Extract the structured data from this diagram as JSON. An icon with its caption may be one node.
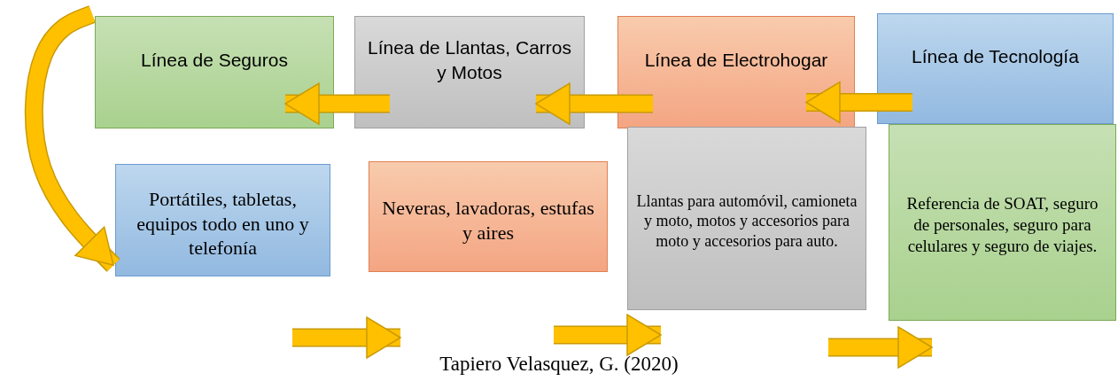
{
  "diagram": {
    "caption": "Tapiero Velasquez, G. (2020)",
    "nodes": [
      {
        "text": [
          "Línea de Seguros"
        ]
      },
      {
        "text": [
          "Línea de Llantas, Carros y Motos"
        ]
      },
      {
        "text": [
          "Línea de Electrohogar"
        ]
      },
      {
        "text": [
          "Línea de Tecnología"
        ]
      },
      {
        "text": [
          "Portátiles, tabletas, equipos todo en uno y telefonía"
        ]
      },
      {
        "text": [
          "Neveras, lavadoras, estufas y aires"
        ]
      },
      {
        "text": [
          "Llantas para automóvil, camioneta y moto, motos y accesorios para moto y accesorios para auto."
        ]
      },
      {
        "text": [
          "Referencia de SOAT, seguro de personales, seguro para celulares y seguro de viajes."
        ]
      }
    ],
    "edges": [
      {
        "from": 1,
        "to": 0,
        "arrow": "to"
      },
      {
        "from": 2,
        "to": 1,
        "arrow": "to"
      },
      {
        "from": 3,
        "to": 2,
        "arrow": "to"
      },
      {
        "from": 0,
        "to": 4,
        "arrow": "to"
      }
    ]
  }
}
